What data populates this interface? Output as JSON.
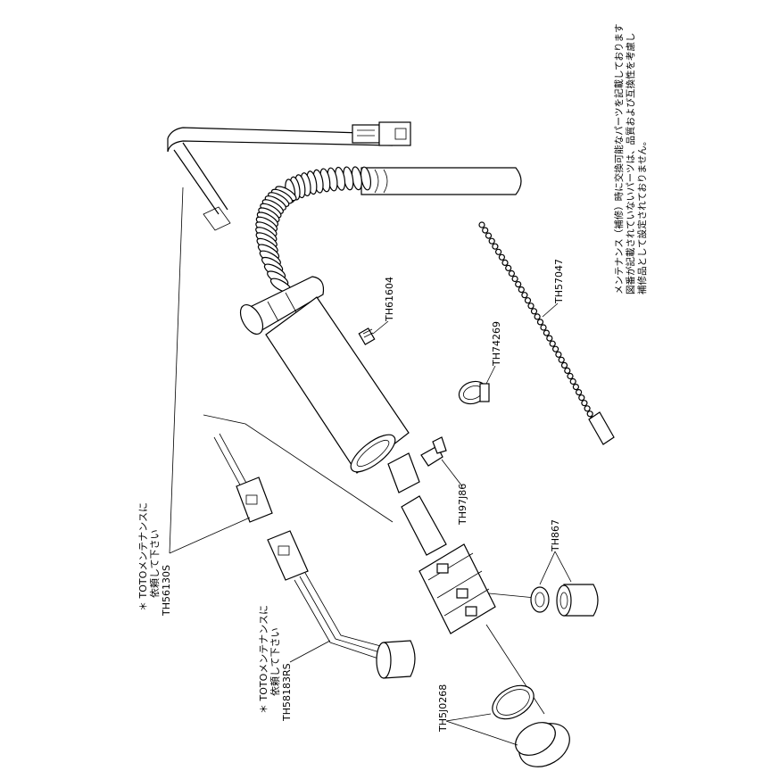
{
  "note": {
    "line1": "メンテナンス（補修）時に交換可能なパーツを記載しております",
    "line2": "図番が記載されていないパーツは、品質および互換性を考慮し",
    "line3": "補修品として設定されておりません。"
  },
  "parts": {
    "th61604": "TH61604",
    "th57047": "TH57047",
    "th74269": "TH74269",
    "th97j86": "TH97J86",
    "th867": "TH867",
    "th5j0268": "TH5J0268",
    "th56130s": "TH56130S",
    "th56130s_note1": "＊ TOTOメンテナンスに",
    "th56130s_note2": "依頼して下さい",
    "th58183rs": "TH58183RS",
    "th58183rs_note1": "＊ TOTOメンテナンスに",
    "th58183rs_note2": "依頼して下さい"
  }
}
